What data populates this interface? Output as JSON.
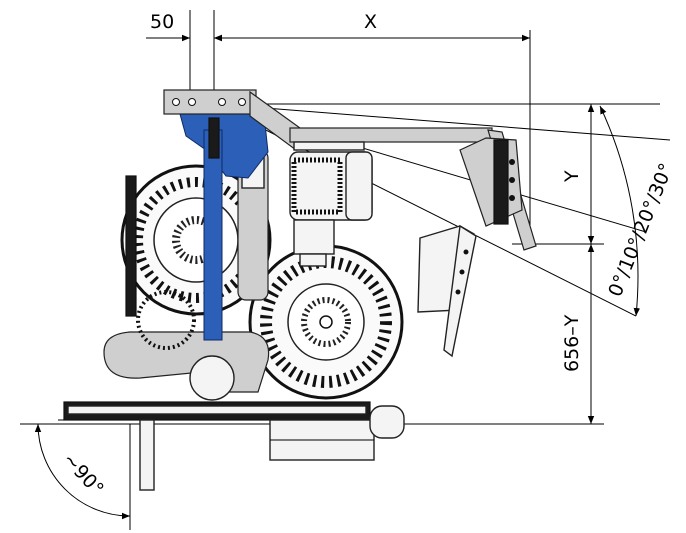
{
  "drawing": {
    "colors": {
      "line": "#000000",
      "frame_accent": "#2c5fb8",
      "part_fill": "#f4f4f4",
      "shade": "#cfcfcf"
    },
    "dimensions": {
      "offset_label": "50",
      "x_label": "X",
      "y_label": "Y",
      "remaining_height_label": "656–Y",
      "tilt_label": "0°/10°/20°/30°",
      "rotation_label": "~90°"
    }
  }
}
